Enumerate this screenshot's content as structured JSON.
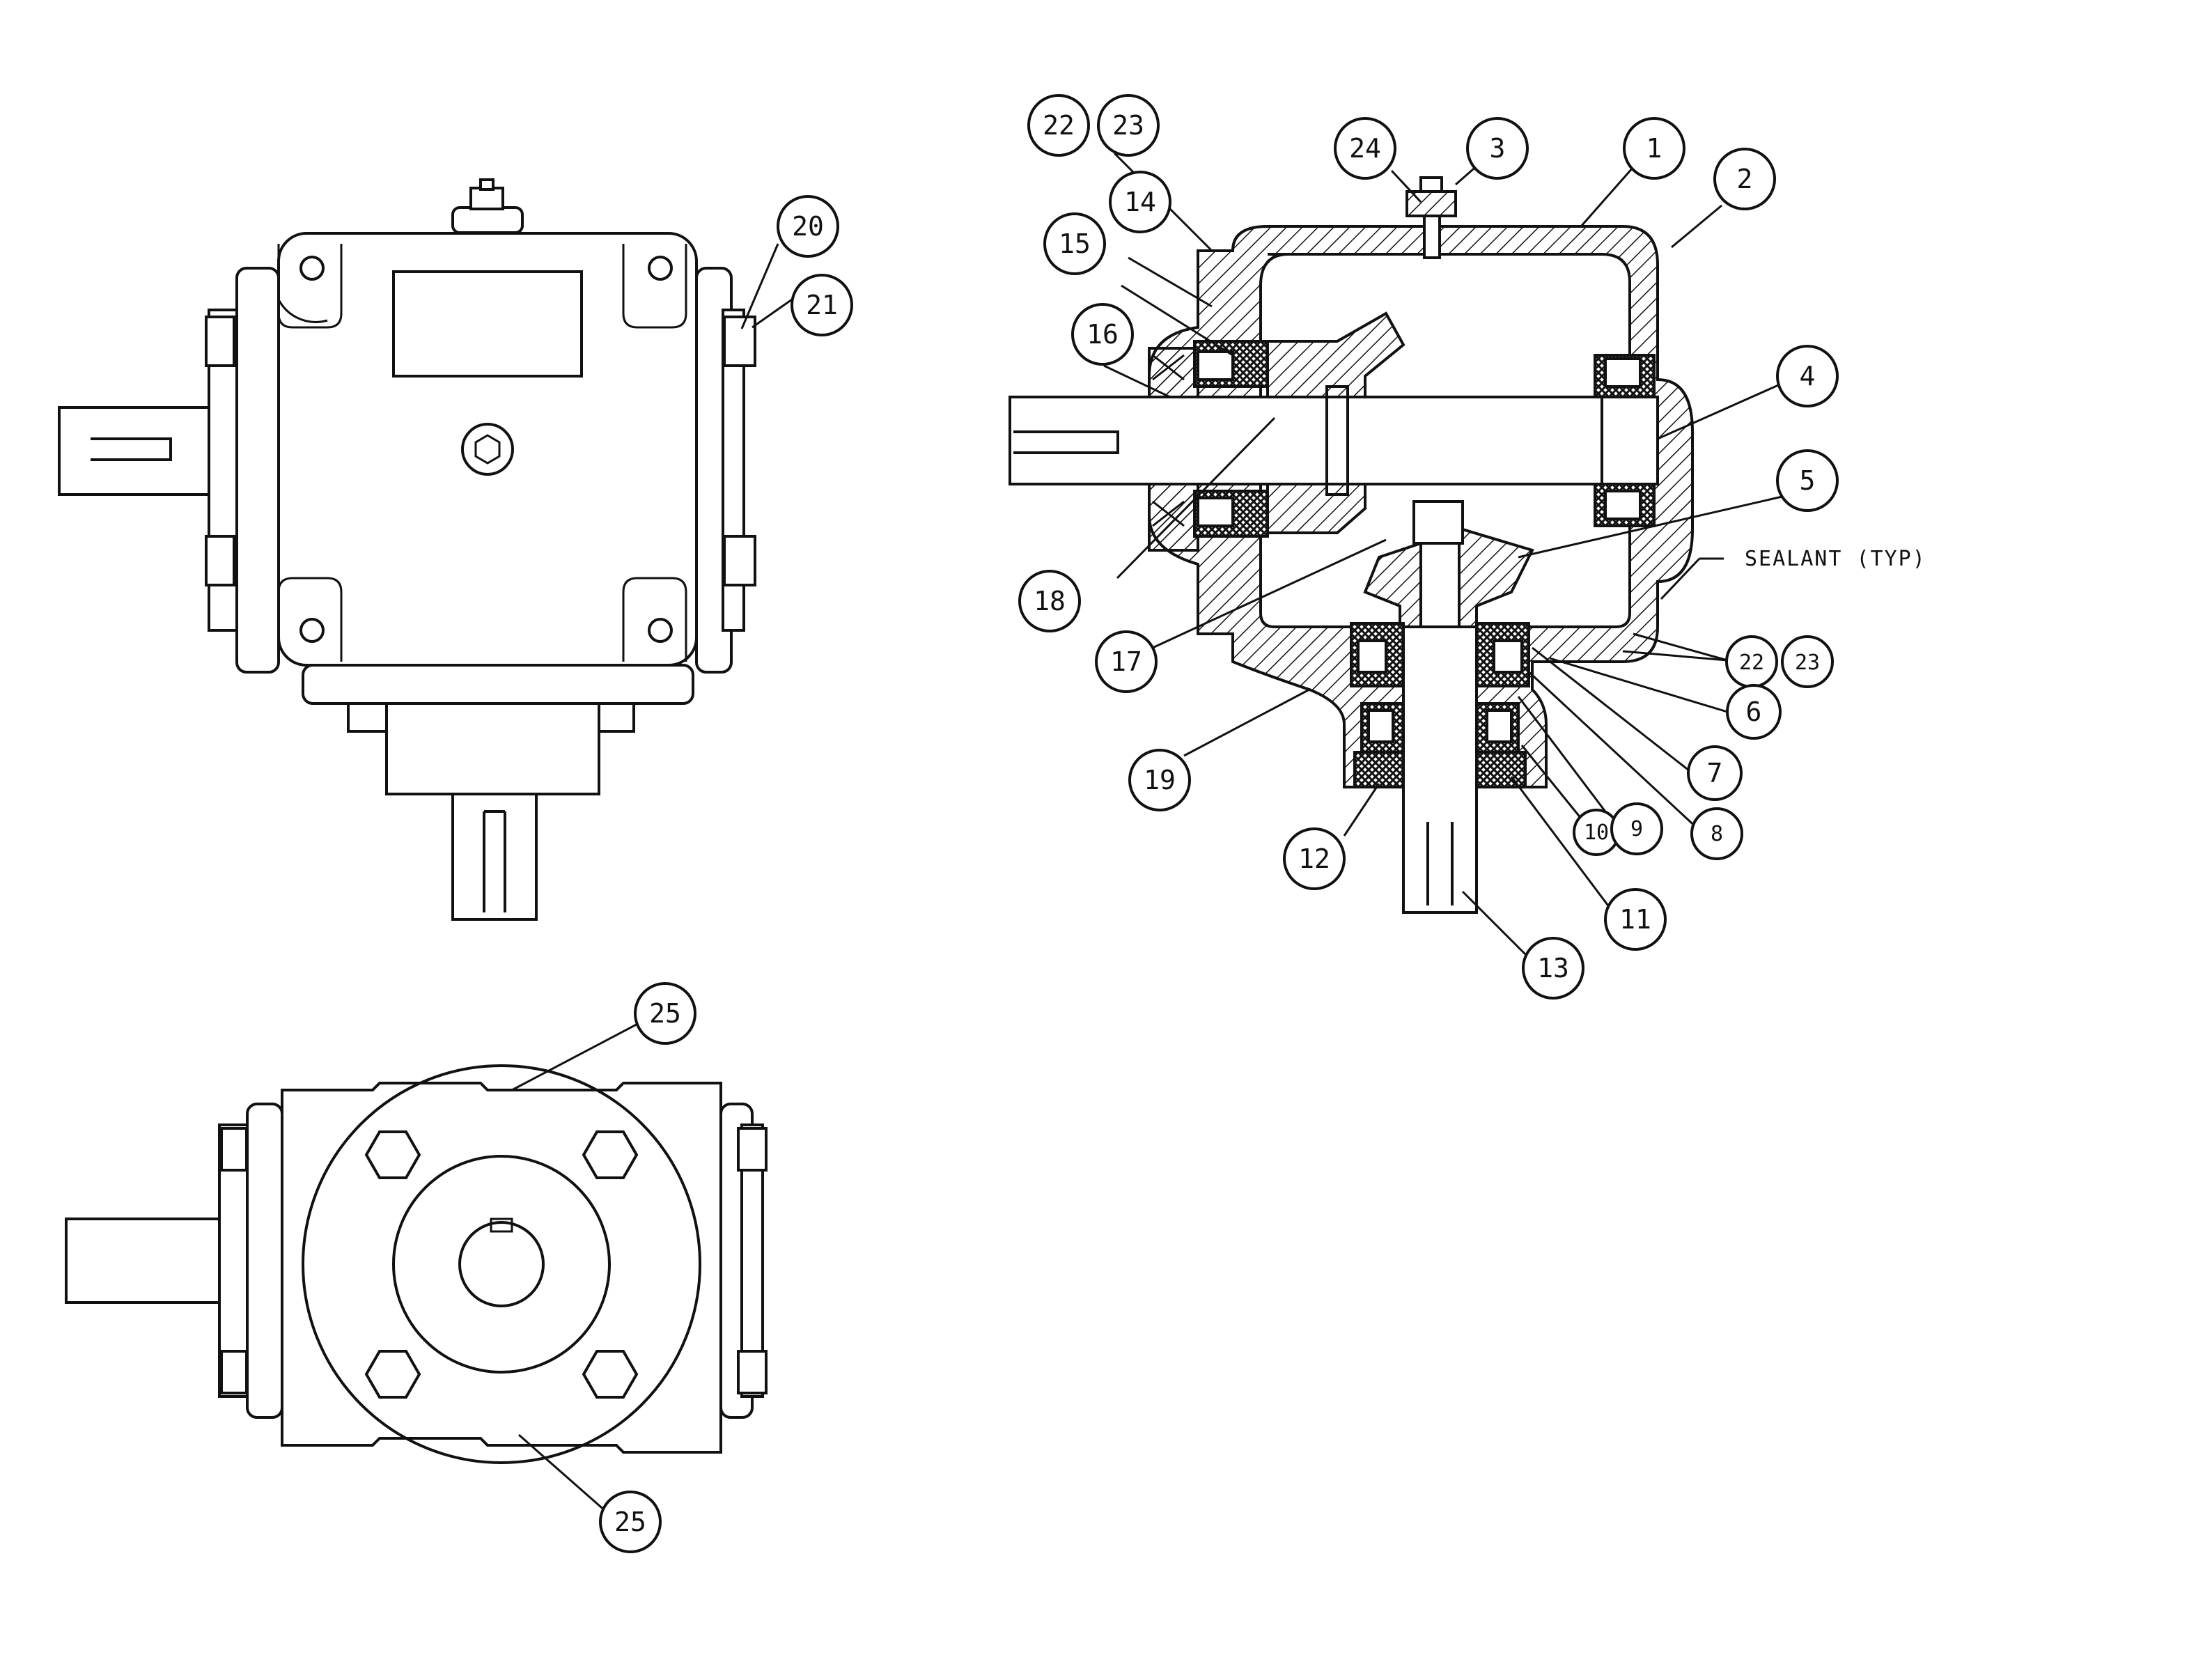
{
  "drawing": {
    "note": "SEALANT (TYP)"
  },
  "balloons": [
    {
      "id": "b20",
      "label": "20"
    },
    {
      "id": "b21",
      "label": "21"
    },
    {
      "id": "b22a",
      "label": "22"
    },
    {
      "id": "b23a",
      "label": "23"
    },
    {
      "id": "b24",
      "label": "24"
    },
    {
      "id": "b3",
      "label": "3"
    },
    {
      "id": "b1",
      "label": "1"
    },
    {
      "id": "b2",
      "label": "2"
    },
    {
      "id": "b14",
      "label": "14"
    },
    {
      "id": "b15",
      "label": "15"
    },
    {
      "id": "b16",
      "label": "16"
    },
    {
      "id": "b4",
      "label": "4"
    },
    {
      "id": "b5",
      "label": "5"
    },
    {
      "id": "b18",
      "label": "18"
    },
    {
      "id": "b17",
      "label": "17"
    },
    {
      "id": "b22b",
      "label": "22"
    },
    {
      "id": "b23b",
      "label": "23"
    },
    {
      "id": "b6",
      "label": "6"
    },
    {
      "id": "b19",
      "label": "19"
    },
    {
      "id": "b7",
      "label": "7"
    },
    {
      "id": "b12",
      "label": "12"
    },
    {
      "id": "b10",
      "label": "10"
    },
    {
      "id": "b9",
      "label": "9"
    },
    {
      "id": "b8",
      "label": "8"
    },
    {
      "id": "b11",
      "label": "11"
    },
    {
      "id": "b13",
      "label": "13"
    },
    {
      "id": "b25a",
      "label": "25"
    },
    {
      "id": "b25b",
      "label": "25"
    }
  ]
}
